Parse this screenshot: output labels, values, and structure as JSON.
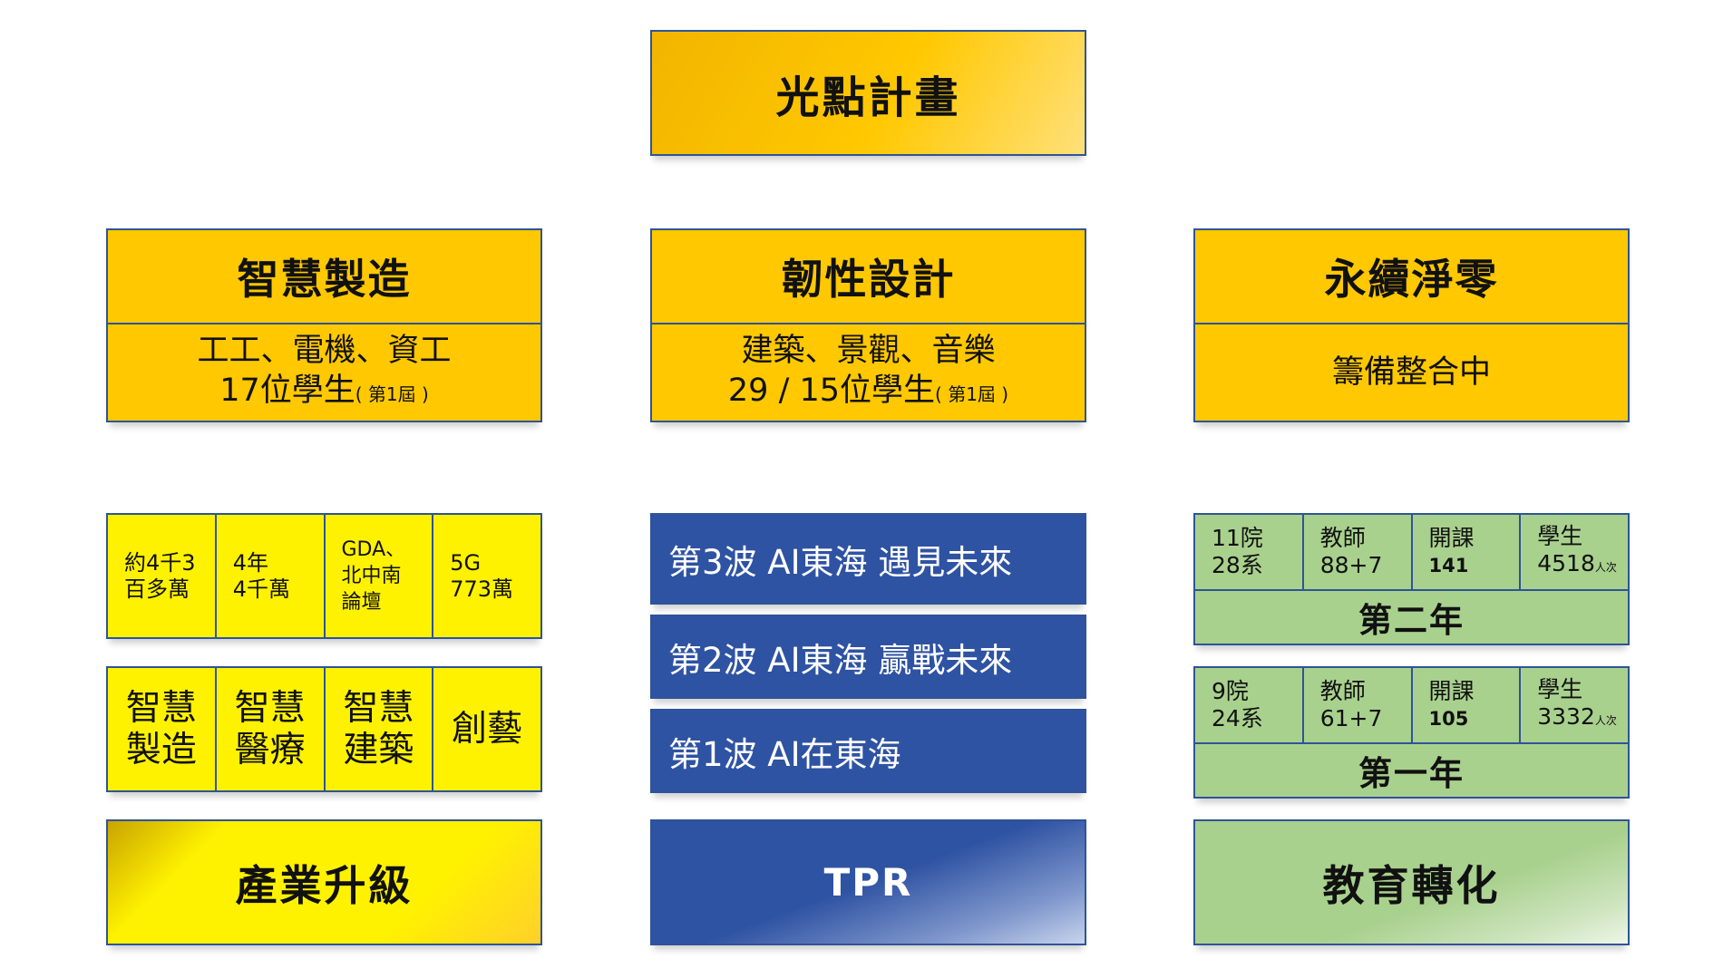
{
  "title": "光點計畫",
  "programs": [
    {
      "name": "智慧製造",
      "line1": "工工、電機、資工",
      "line2": "17位學生",
      "note": "( 第1屆 )"
    },
    {
      "name": "韌性設計",
      "line1": "建築、景觀、音樂",
      "line2": "29 / 15位學生",
      "note": "( 第1屆 )"
    },
    {
      "name": "永續淨零",
      "line1": "籌備整合中"
    }
  ],
  "industry": {
    "stats": [
      {
        "a": "約4千3",
        "b": "百多萬"
      },
      {
        "a": "4年",
        "b": "4千萬"
      },
      {
        "a": "GDA、",
        "b": "北中南",
        "c": "論壇"
      },
      {
        "a": "5G",
        "b": "773萬"
      }
    ],
    "domains": [
      {
        "a": "智慧",
        "b": "製造"
      },
      {
        "a": "智慧",
        "b": "醫療"
      },
      {
        "a": "智慧",
        "b": "建築"
      },
      {
        "a": "創藝"
      }
    ],
    "label": "產業升級"
  },
  "tpr": {
    "waves": [
      "第3波  AI東海 遇見未來",
      "第2波  AI東海 贏戰未來",
      "第1波  AI在東海"
    ],
    "label": "TPR"
  },
  "education": {
    "year2": {
      "cells": [
        {
          "a": "11院",
          "b": "28系"
        },
        {
          "a": "教師",
          "b": "88+7"
        },
        {
          "a": "開課",
          "b": "141"
        },
        {
          "a": "學生",
          "b": "4518",
          "unit": "人次"
        }
      ],
      "label": "第二年"
    },
    "year1": {
      "cells": [
        {
          "a": "9院",
          "b": "24系"
        },
        {
          "a": "教師",
          "b": "61+7"
        },
        {
          "a": "開課",
          "b": "105"
        },
        {
          "a": "學生",
          "b": "3332",
          "unit": "人次"
        }
      ],
      "label": "第一年"
    },
    "label": "教育轉化"
  },
  "colors": {
    "gold": "#ffc800",
    "yellow": "#fff200",
    "blue": "#2f53a3",
    "green": "#a9d18e",
    "border": "#2f5497"
  }
}
